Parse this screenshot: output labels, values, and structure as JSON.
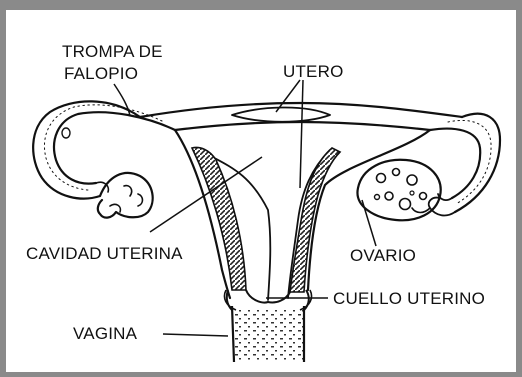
{
  "labels": {
    "trompa_line1": "TROMPA DE",
    "trompa_line2": "FALOPIO",
    "utero": "UTERO",
    "cavidad": "CAVIDAD UTERINA",
    "ovario": "OVARIO",
    "cuello": "CUELLO UTERINO",
    "vagina": "VAGINA"
  },
  "colors": {
    "frame": "#8a8a8a",
    "ink": "#111111",
    "background": "#ffffff"
  }
}
